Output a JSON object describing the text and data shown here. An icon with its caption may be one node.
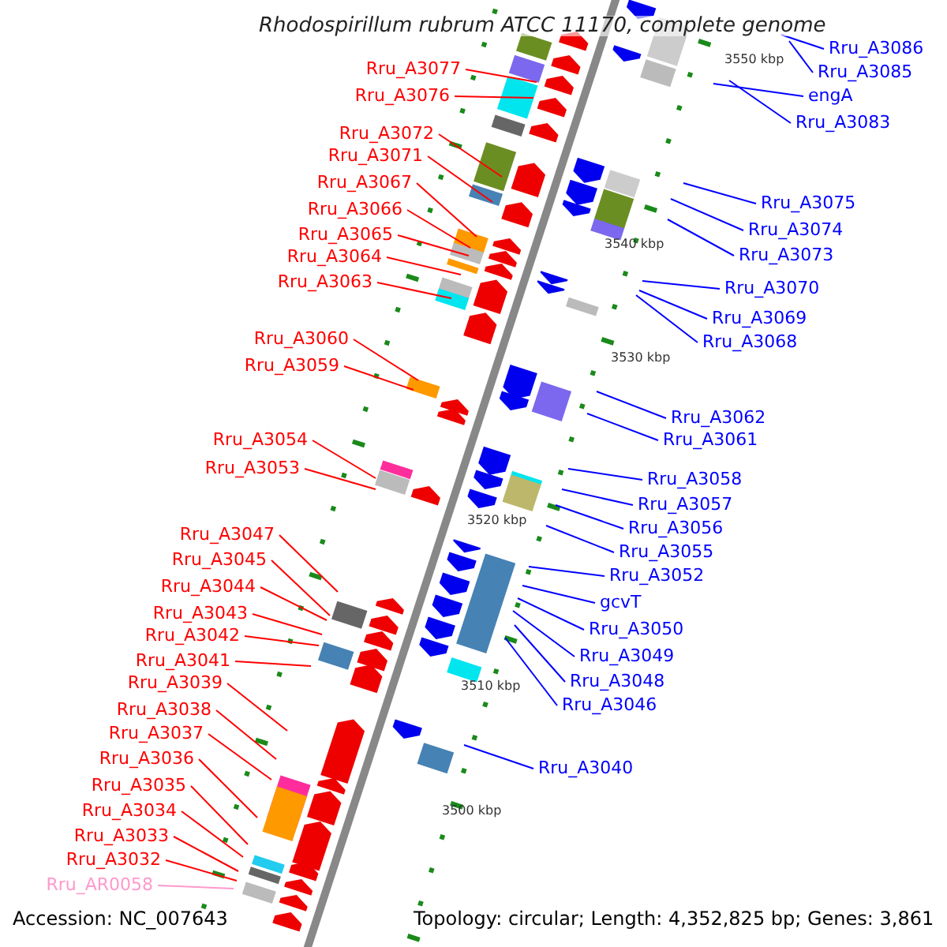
{
  "diagram": {
    "title": "Rhodospirillum rubrum ATCC 11170, complete genome",
    "nodes": [
      {
        "text": [
          "Rru_A3077"
        ]
      },
      {
        "text": [
          "Rru_A3076"
        ]
      },
      {
        "text": [
          "Rru_A3072"
        ]
      },
      {
        "text": [
          "Rru_A3071"
        ]
      },
      {
        "text": [
          "Rru_A3067"
        ]
      },
      {
        "text": [
          "Rru_A3066"
        ]
      },
      {
        "text": [
          "Rru_A3065"
        ]
      },
      {
        "text": [
          "Rru_A3064"
        ]
      },
      {
        "text": [
          "Rru_A3063"
        ]
      },
      {
        "text": [
          "Rru_A3060"
        ]
      },
      {
        "text": [
          "Rru_A3059"
        ]
      },
      {
        "text": [
          "Rru_A3054"
        ]
      },
      {
        "text": [
          "Rru_A3053"
        ]
      },
      {
        "text": [
          "Rru_A3047"
        ]
      },
      {
        "text": [
          "Rru_A3045"
        ]
      },
      {
        "text": [
          "Rru_A3044"
        ]
      },
      {
        "text": [
          "Rru_A3043"
        ]
      },
      {
        "text": [
          "Rru_A3042"
        ]
      },
      {
        "text": [
          "Rru_A3041"
        ]
      },
      {
        "text": [
          "Rru_A3039"
        ]
      },
      {
        "text": [
          "Rru_A3038"
        ]
      },
      {
        "text": [
          "Rru_A3037"
        ]
      },
      {
        "text": [
          "Rru_A3036"
        ]
      },
      {
        "text": [
          "Rru_A3035"
        ]
      },
      {
        "text": [
          "Rru_A3034"
        ]
      },
      {
        "text": [
          "Rru_A3033"
        ]
      },
      {
        "text": [
          "Rru_A3032"
        ]
      },
      {
        "text": [
          "Rru_AR0058"
        ]
      },
      {
        "text": [
          "Rru_A3086"
        ]
      },
      {
        "text": [
          "Rru_A3085"
        ]
      },
      {
        "text": [
          "engA"
        ]
      },
      {
        "text": [
          "Rru_A3083"
        ]
      },
      {
        "text": [
          "Rru_A3075"
        ]
      },
      {
        "text": [
          "Rru_A3074"
        ]
      },
      {
        "text": [
          "Rru_A3073"
        ]
      },
      {
        "text": [
          "Rru_A3070"
        ]
      },
      {
        "text": [
          "Rru_A3069"
        ]
      },
      {
        "text": [
          "Rru_A3068"
        ]
      },
      {
        "text": [
          "Rru_A3062"
        ]
      },
      {
        "text": [
          "Rru_A3061"
        ]
      },
      {
        "text": [
          "Rru_A3058"
        ]
      },
      {
        "text": [
          "Rru_A3057"
        ]
      },
      {
        "text": [
          "Rru_A3056"
        ]
      },
      {
        "text": [
          "Rru_A3055"
        ]
      },
      {
        "text": [
          "Rru_A3052"
        ]
      },
      {
        "text": [
          "gcvT"
        ]
      },
      {
        "text": [
          "Rru_A3050"
        ]
      },
      {
        "text": [
          "Rru_A3049"
        ]
      },
      {
        "text": [
          "Rru_A3048"
        ]
      },
      {
        "text": [
          "Rru_A3046"
        ]
      },
      {
        "text": [
          "Rru_A3040"
        ]
      }
    ],
    "edges": [
      {
        "from": 0,
        "to": null,
        "arrow": "none"
      },
      {
        "from": 1,
        "to": null,
        "arrow": "none"
      },
      {
        "from": 2,
        "to": null,
        "arrow": "none"
      },
      {
        "from": 3,
        "to": null,
        "arrow": "none"
      },
      {
        "from": 4,
        "to": null,
        "arrow": "none"
      },
      {
        "from": 5,
        "to": null,
        "arrow": "none"
      },
      {
        "from": 6,
        "to": null,
        "arrow": "none"
      },
      {
        "from": 7,
        "to": null,
        "arrow": "none"
      },
      {
        "from": 8,
        "to": null,
        "arrow": "none"
      },
      {
        "from": 9,
        "to": null,
        "arrow": "none"
      },
      {
        "from": 10,
        "to": null,
        "arrow": "none"
      },
      {
        "from": 11,
        "to": null,
        "arrow": "none"
      },
      {
        "from": 12,
        "to": null,
        "arrow": "none"
      },
      {
        "from": 13,
        "to": null,
        "arrow": "none"
      },
      {
        "from": 14,
        "to": null,
        "arrow": "none"
      },
      {
        "from": 15,
        "to": null,
        "arrow": "none"
      },
      {
        "from": 16,
        "to": null,
        "arrow": "none"
      },
      {
        "from": 17,
        "to": null,
        "arrow": "none"
      },
      {
        "from": 18,
        "to": null,
        "arrow": "none"
      },
      {
        "from": 19,
        "to": null,
        "arrow": "none"
      },
      {
        "from": 20,
        "to": null,
        "arrow": "none"
      },
      {
        "from": 21,
        "to": null,
        "arrow": "none"
      },
      {
        "from": 22,
        "to": null,
        "arrow": "none"
      },
      {
        "from": 23,
        "to": null,
        "arrow": "none"
      },
      {
        "from": 24,
        "to": null,
        "arrow": "none"
      },
      {
        "from": 25,
        "to": null,
        "arrow": "none"
      },
      {
        "from": 26,
        "to": null,
        "arrow": "none"
      },
      {
        "from": 27,
        "to": null,
        "arrow": "none",
        "color": "#ff99cc"
      },
      {
        "from": 28,
        "to": null,
        "arrow": "none",
        "color": "#0000ff"
      },
      {
        "from": 29,
        "to": null,
        "arrow": "none",
        "color": "#0000ff"
      },
      {
        "from": 30,
        "to": null,
        "arrow": "none",
        "color": "#0000ff"
      },
      {
        "from": 31,
        "to": null,
        "arrow": "none",
        "color": "#0000ff"
      },
      {
        "from": 32,
        "to": null,
        "arrow": "none",
        "color": "#0000ff"
      },
      {
        "from": 33,
        "to": null,
        "arrow": "none",
        "color": "#0000ff"
      },
      {
        "from": 34,
        "to": null,
        "arrow": "none",
        "color": "#0000ff"
      },
      {
        "from": 35,
        "to": null,
        "arrow": "none",
        "color": "#0000ff"
      },
      {
        "from": 36,
        "to": null,
        "arrow": "none",
        "color": "#0000ff"
      },
      {
        "from": 37,
        "to": null,
        "arrow": "none",
        "color": "#0000ff"
      },
      {
        "from": 38,
        "to": null,
        "arrow": "none",
        "color": "#0000ff"
      },
      {
        "from": 39,
        "to": null,
        "arrow": "none",
        "color": "#0000ff"
      },
      {
        "from": 40,
        "to": null,
        "arrow": "none",
        "color": "#0000ff"
      },
      {
        "from": 41,
        "to": null,
        "arrow": "none",
        "color": "#0000ff"
      },
      {
        "from": 42,
        "to": null,
        "arrow": "none",
        "color": "#0000ff"
      },
      {
        "from": 43,
        "to": null,
        "arrow": "none",
        "color": "#0000ff"
      },
      {
        "from": 44,
        "to": null,
        "arrow": "none",
        "color": "#0000ff"
      },
      {
        "from": 45,
        "to": null,
        "arrow": "none",
        "color": "#0000ff"
      },
      {
        "from": 46,
        "to": null,
        "arrow": "none",
        "color": "#0000ff"
      },
      {
        "from": 47,
        "to": null,
        "arrow": "none",
        "color": "#0000ff"
      },
      {
        "from": 48,
        "to": null,
        "arrow": "none",
        "color": "#0000ff"
      },
      {
        "from": 49,
        "to": null,
        "arrow": "none",
        "color": "#0000ff"
      },
      {
        "from": 50,
        "to": null,
        "arrow": "none",
        "color": "#0000ff"
      }
    ],
    "labels": [
      "3550 kbp",
      "3540 kbp",
      "3530 kbp",
      "3520 kbp",
      "3510 kbp",
      "3500 kbp",
      "Accession: NC_007643",
      "Topology: circular; Length: 4,352,825 bp; Genes: 3,861"
    ]
  }
}
